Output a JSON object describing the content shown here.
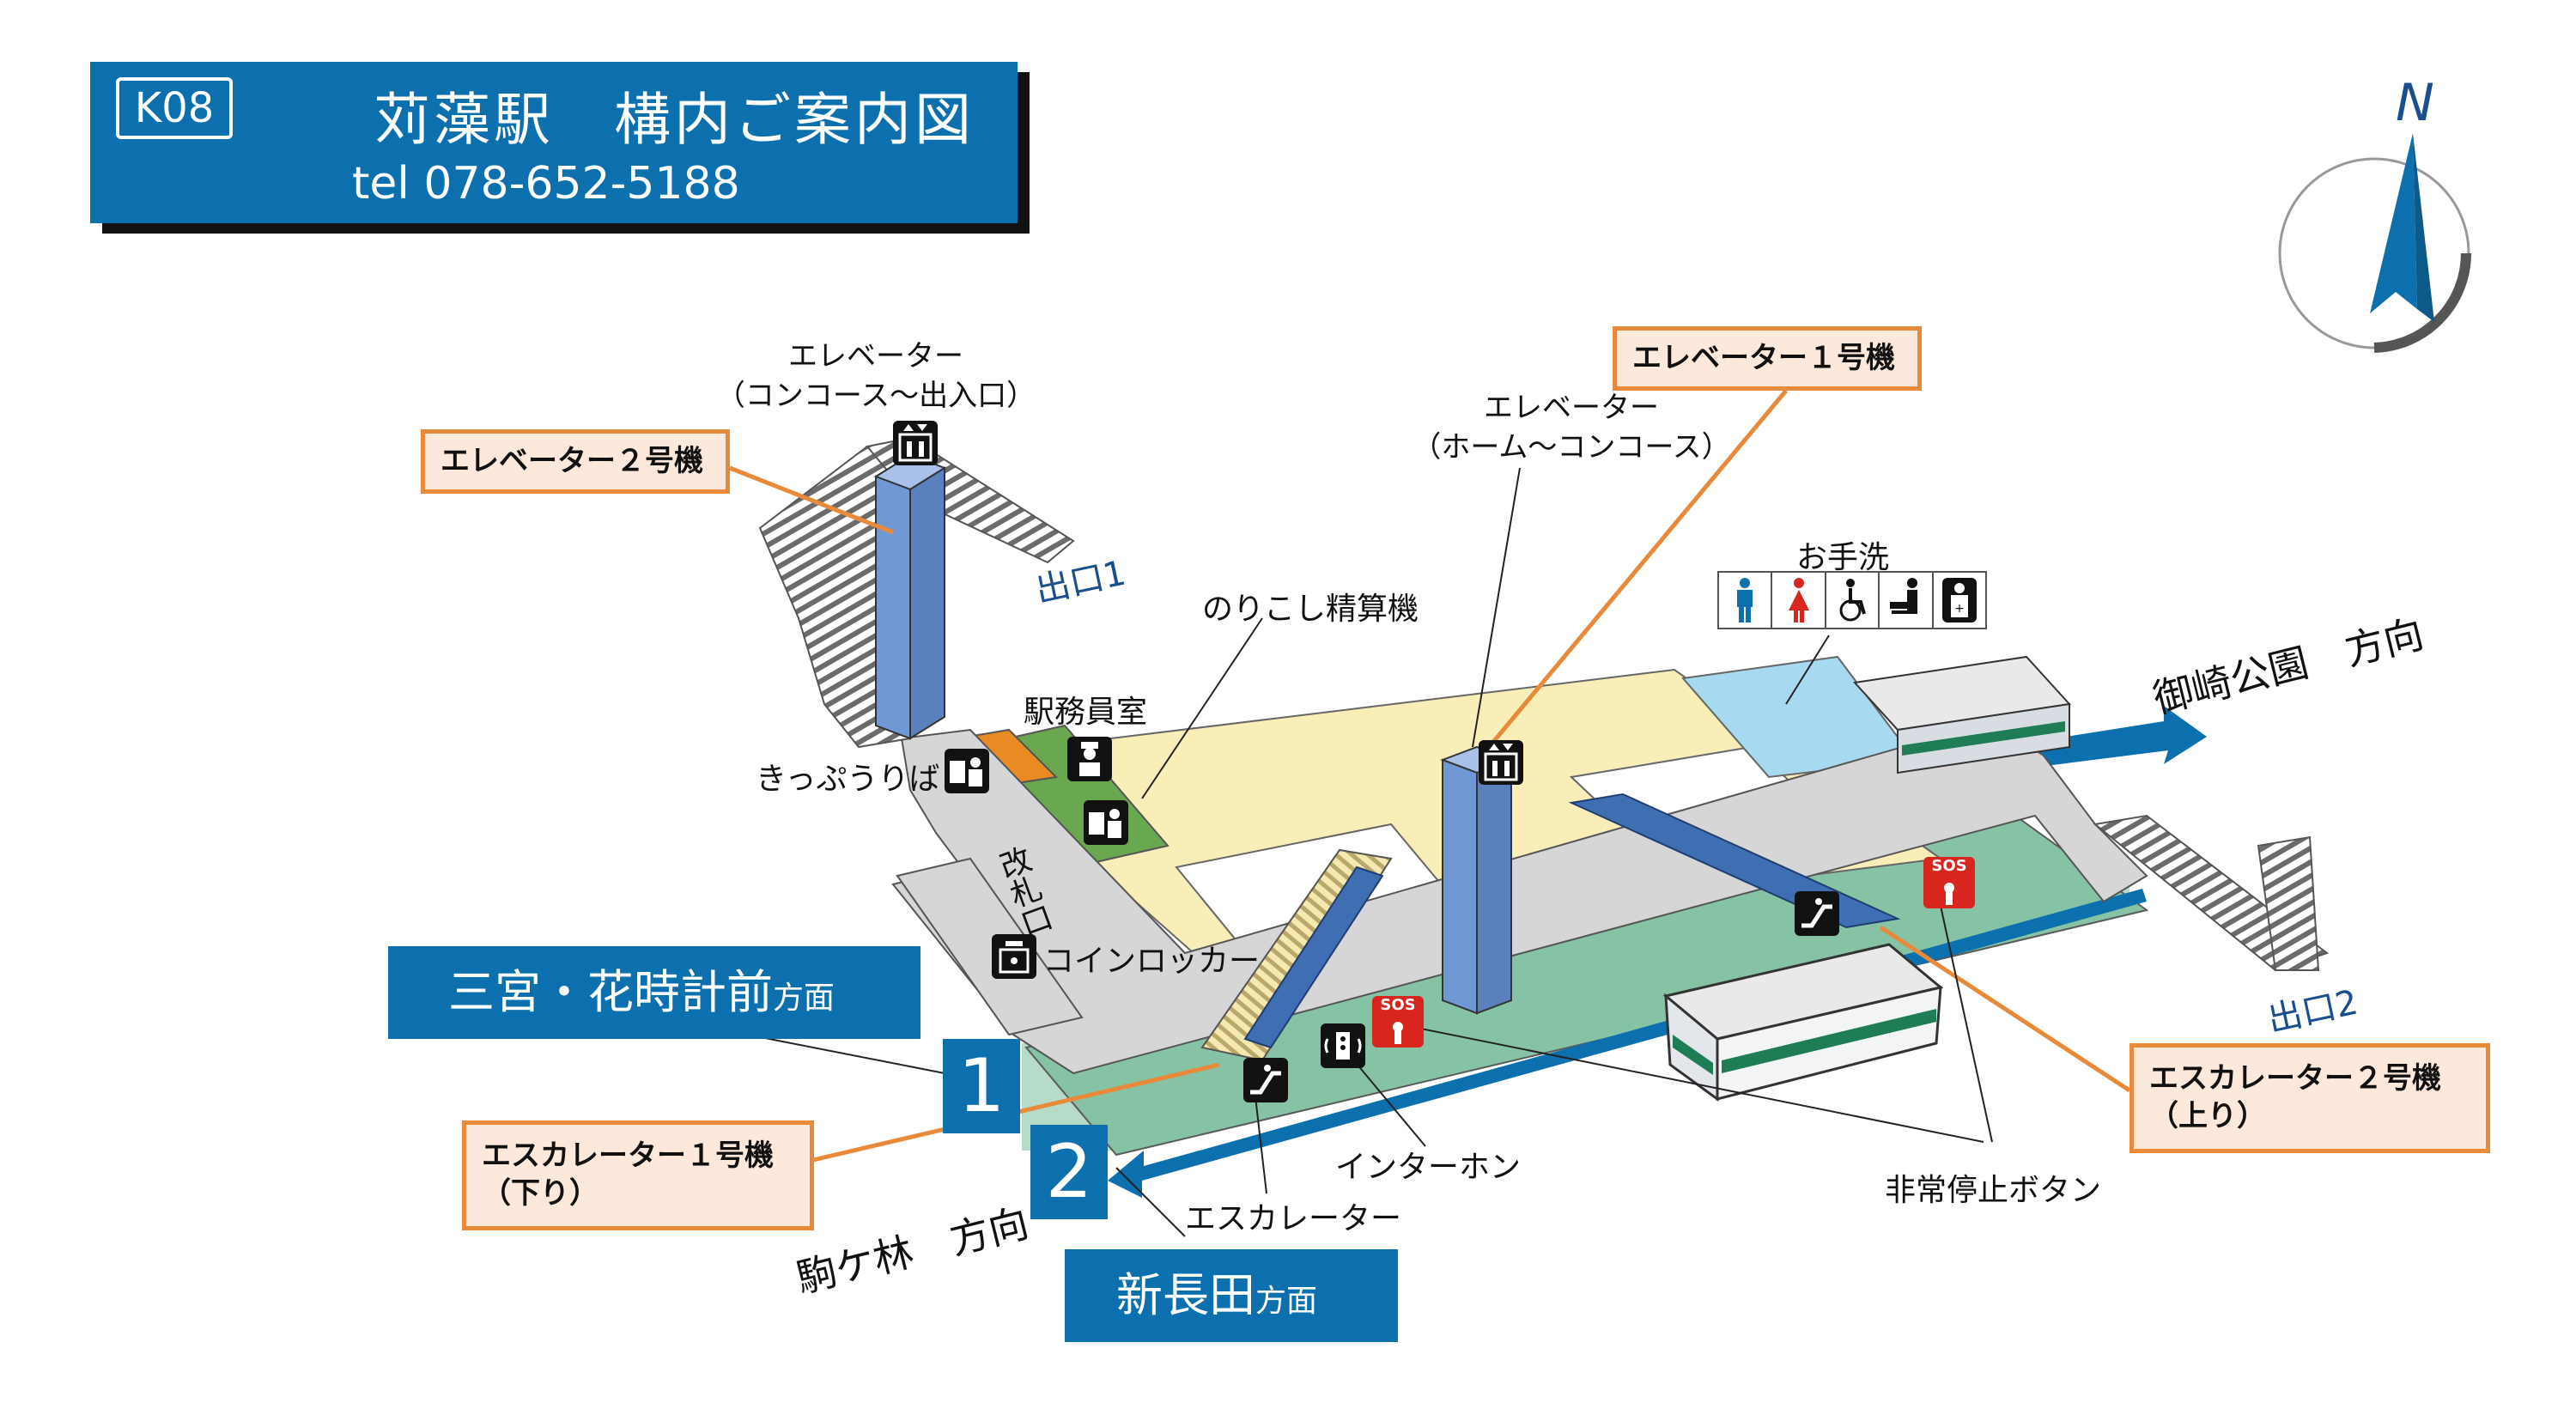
{
  "header": {
    "code": "K08",
    "title": "苅藻駅　構内ご案内図",
    "tel": "tel 078-652-5188"
  },
  "compass": {
    "label": "N"
  },
  "labels": {
    "elevator_concourse_exit": "エレベーター\n（コンコース～出入口）",
    "elevator_home_concourse": "エレベーター\n（ホーム～コンコース）",
    "exit1": "出口1",
    "exit2": "出口2",
    "fare_adjust": "のりこし精算機",
    "station_office": "駅務員室",
    "ticket": "きっぷうりば",
    "gate": "改札口",
    "locker": "コインロッカー",
    "toilet": "お手洗",
    "misaki": "御崎公園　方向",
    "komagabayashi": "駒ケ林　方向",
    "intercom": "インターホン",
    "escalator": "エスカレーター",
    "emergency": "非常停止ボタン"
  },
  "callouts": {
    "elevator1": "エレベーター１号機",
    "elevator2": "エレベーター２号機",
    "escalator1": "エスカレーター１号機\n（下り）",
    "escalator2": "エスカレーター２号機\n（上り）"
  },
  "directions": {
    "sannomiya": {
      "main": "三宮・花時計前",
      "suffix": "方面"
    },
    "shinnagata": {
      "main": "新長田",
      "suffix": "方面"
    }
  },
  "tracks": {
    "track1": "1",
    "track2": "2"
  },
  "sos": "SOS",
  "colors": {
    "brand_blue": "#0b70ad",
    "callout_border": "#e88a3a",
    "callout_fill": "#fde9dc",
    "concourse_yellow": "#f9edb8",
    "platform_green": "#86c3a4",
    "office_green": "#6aa84f",
    "toilet_blue": "#a7daf0",
    "elevator_blue": "#7098d4",
    "walkway_gray": "#d6d6d6",
    "sos_red": "#d8251d"
  }
}
